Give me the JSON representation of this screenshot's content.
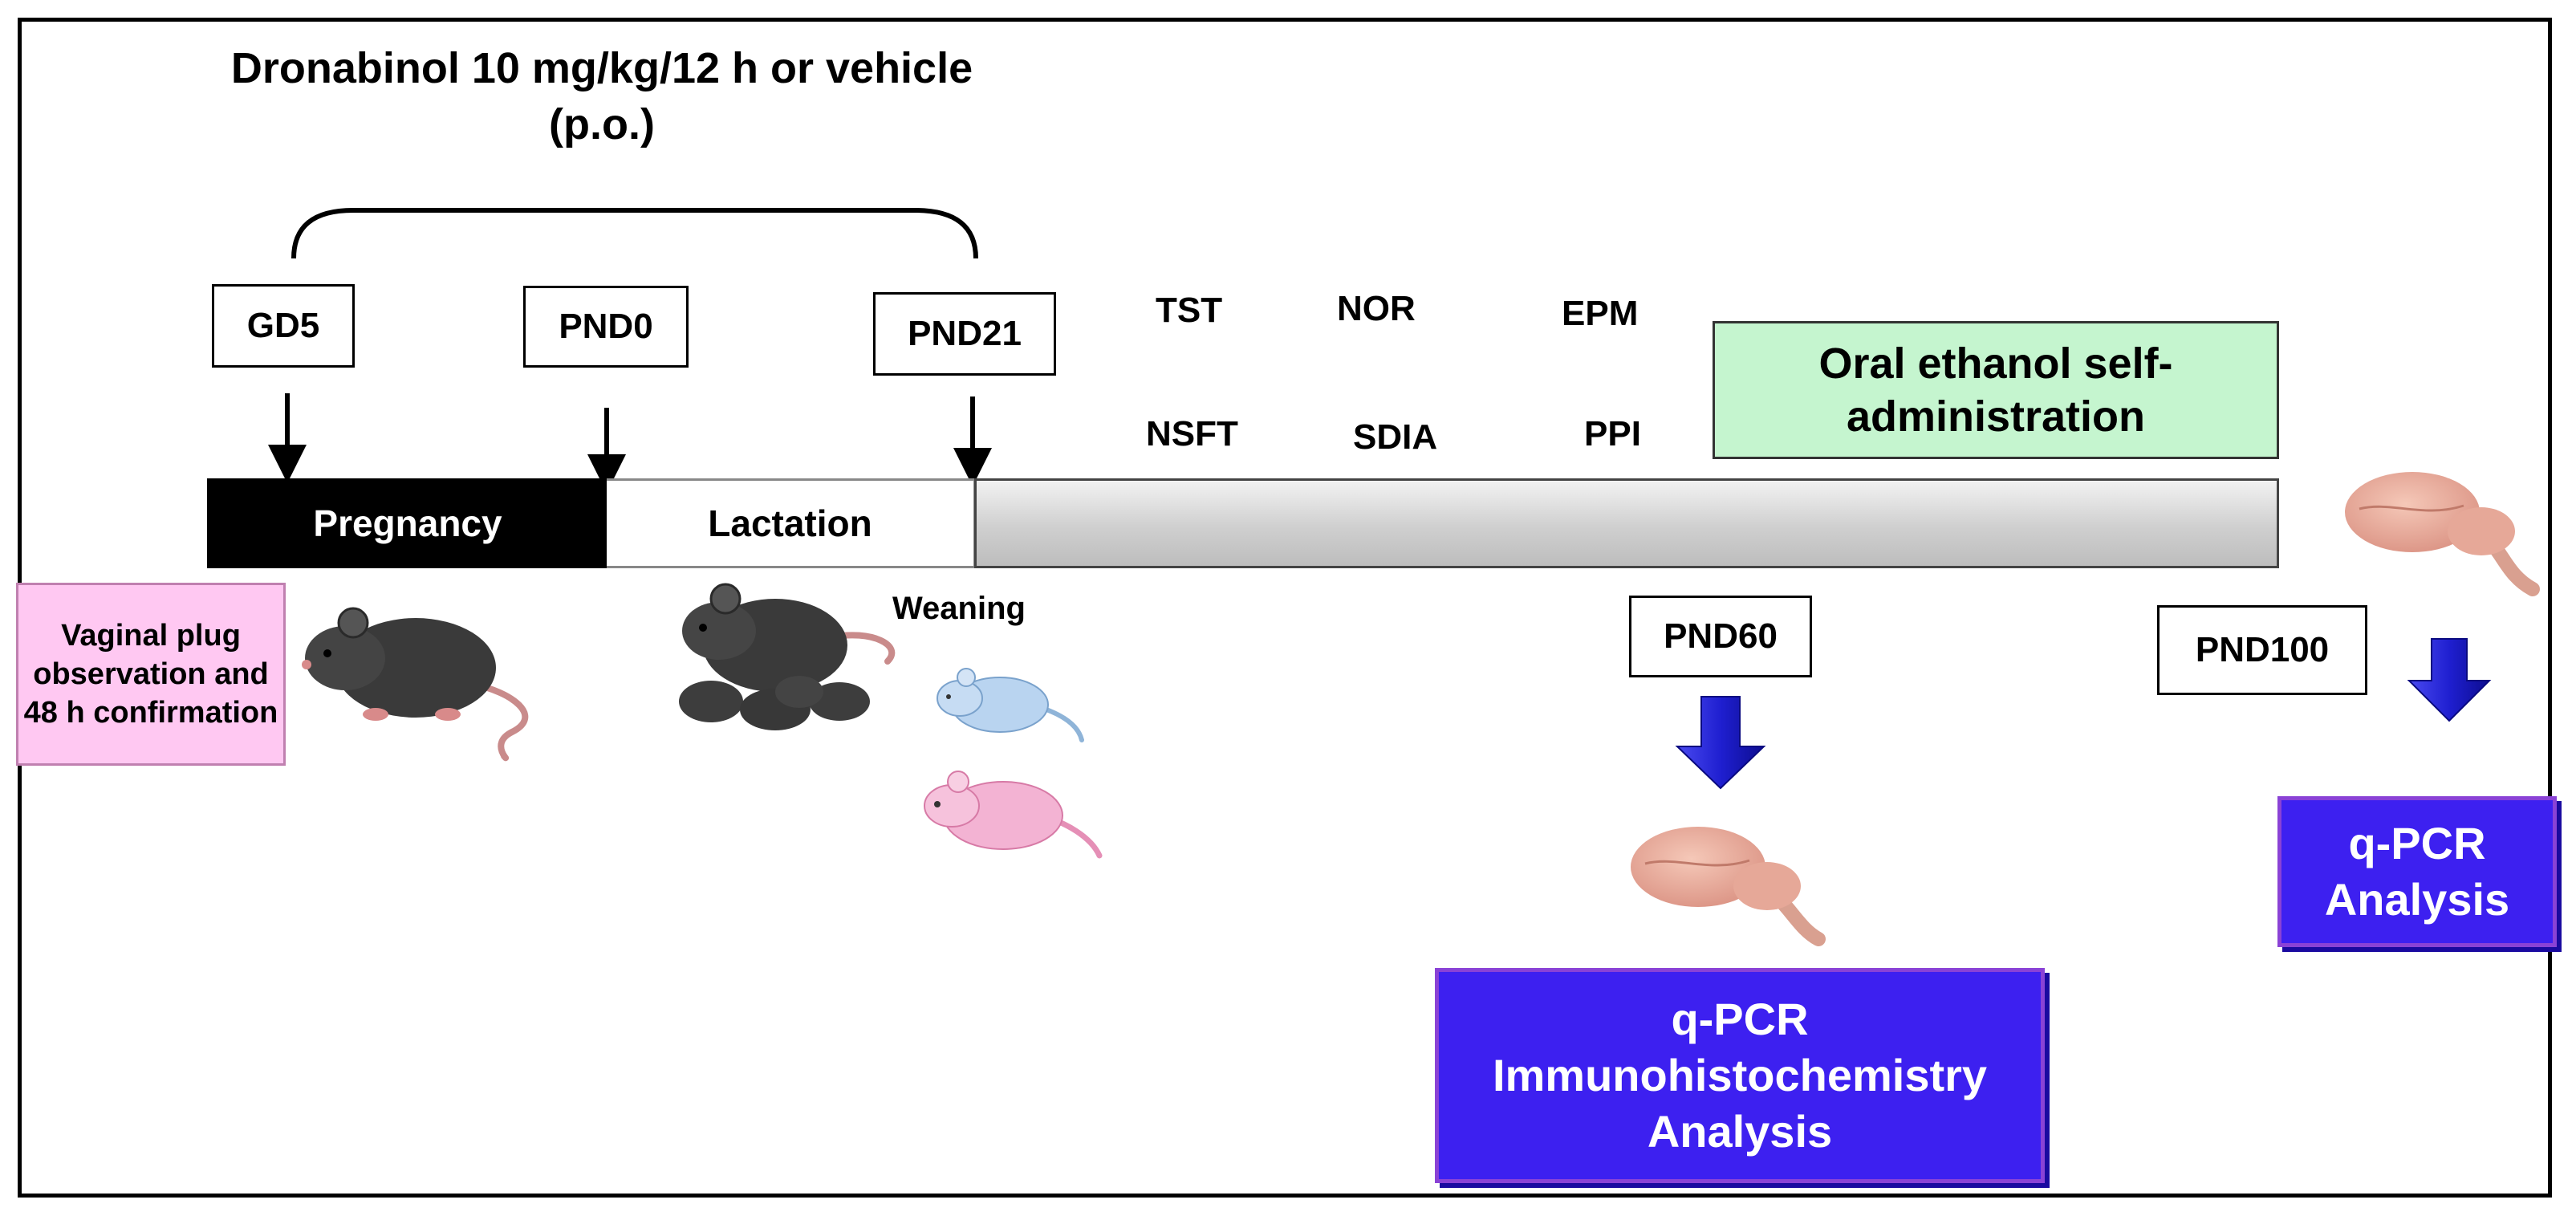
{
  "title": {
    "line1": "Dronabinol 10 mg/kg/12 h or vehicle",
    "line2": "(p.o.)"
  },
  "timepoints": {
    "gd5": "GD5",
    "pnd0": "PND0",
    "pnd21": "PND21",
    "pnd60": "PND60",
    "pnd100": "PND100"
  },
  "tests": {
    "tst": "TST",
    "nor": "NOR",
    "epm": "EPM",
    "nsft": "NSFT",
    "sdia": "SDIA",
    "ppi": "PPI"
  },
  "ethanol": "Oral ethanol self-administration",
  "phases": {
    "pregnancy": "Pregnancy",
    "lactation": "Lactation"
  },
  "vaginal_plug": "Vaginal plug observation and 48 h confirmation",
  "weaning": "Weaning",
  "analysis_pnd60": {
    "line1": "q-PCR",
    "line2": "Immunohistochemistry",
    "line3": "Analysis"
  },
  "analysis_pnd100": {
    "line1": "q-PCR",
    "line2": "Analysis"
  },
  "icons": [
    "adult-mouse-icon",
    "mother-with-pups-icon",
    "male-pup-icon",
    "female-pup-icon",
    "brain-icon"
  ],
  "colors": {
    "analysis_box": "#3d20f0",
    "ethanol_box": "#c5f5cf",
    "plug_box": "#ffc8f2",
    "arrow_blue": "#1f1fd0"
  }
}
